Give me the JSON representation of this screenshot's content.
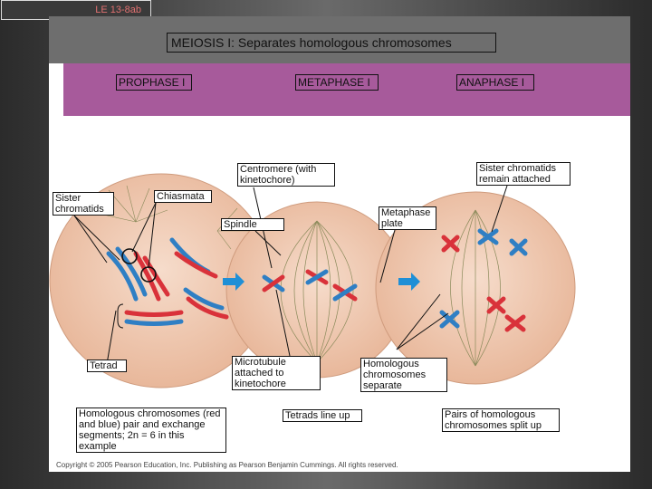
{
  "header": {
    "link_label": "LE 13-8ab"
  },
  "title": "MEIOSIS I: Separates homologous chromosomes",
  "phases": [
    "PROPHASE I",
    "METAPHASE I",
    "ANAPHASE I"
  ],
  "labels": {
    "centromere": "Centromere (with kinetochore)",
    "sister_attached": "Sister chromatids remain attached",
    "sister_chromatids": "Sister chromatids",
    "chiasmata": "Chiasmata",
    "spindle": "Spindle",
    "metaphase_plate": "Metaphase plate",
    "tetrad": "Tetrad",
    "microtubule": "Microtubule attached to kinetochore",
    "homologous_separate": "Homologous chromosomes separate",
    "homologous_pair": "Homologous chromosomes (red and blue) pair and exchange segments; 2n = 6 in this example",
    "tetrads_line_up": "Tetrads line up",
    "pairs_split": "Pairs of homologous chromosomes split up"
  },
  "copyright": "Copyright © 2005 Pearson Education, Inc. Publishing as Pearson Benjamin Cummings. All rights reserved.",
  "colors": {
    "chrom_red": "#d9323a",
    "chrom_blue": "#2f7fc4",
    "cell_fill": "#f1c9b0",
    "arrow": "#1f8fd6",
    "band": "#a75a9b"
  }
}
